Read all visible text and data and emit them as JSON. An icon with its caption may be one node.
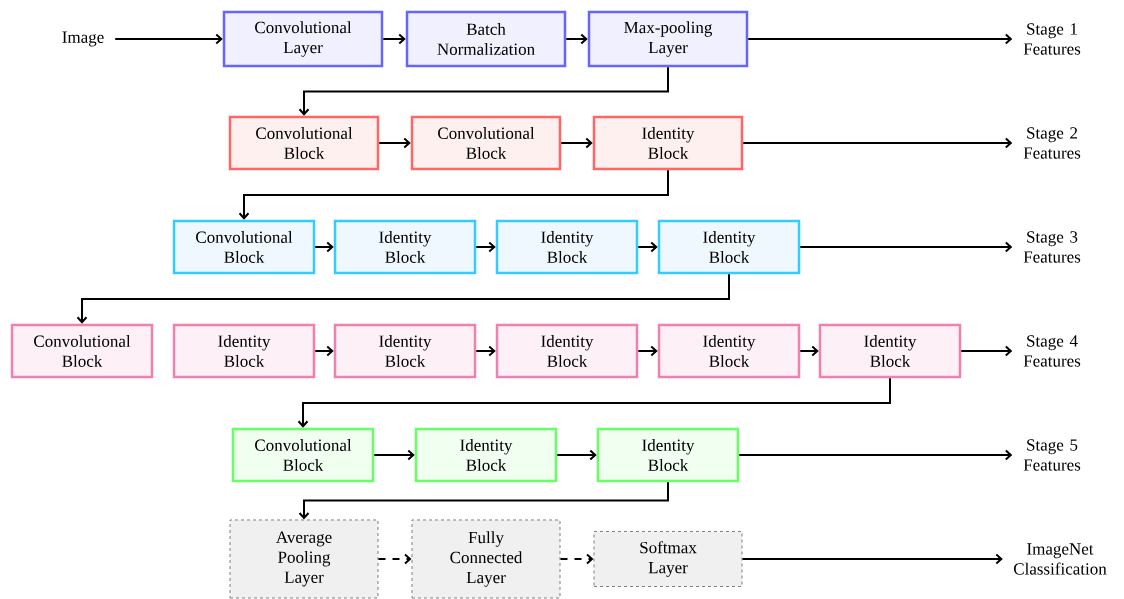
{
  "diagram": {
    "nodes": [
      {
        "text": [
          "Image"
        ]
      },
      {
        "text": [
          "Convolutional Layer"
        ]
      },
      {
        "text": [
          "Batch Normalization"
        ]
      },
      {
        "text": [
          "Max-pooling Layer"
        ]
      },
      {
        "text": [
          "Stage 1 Features"
        ]
      },
      {
        "text": [
          "Convolutional Block"
        ]
      },
      {
        "text": [
          "Convolutional Block"
        ]
      },
      {
        "text": [
          "Identity Block"
        ]
      },
      {
        "text": [
          "Stage 2 Features"
        ]
      },
      {
        "text": [
          "Convolutional Block"
        ]
      },
      {
        "text": [
          "Identity Block"
        ]
      },
      {
        "text": [
          "Identity Block"
        ]
      },
      {
        "text": [
          "Identity Block"
        ]
      },
      {
        "text": [
          "Stage 3 Features"
        ]
      },
      {
        "text": [
          "Convolutional Block"
        ]
      },
      {
        "text": [
          "Identity Block"
        ]
      },
      {
        "text": [
          "Identity Block"
        ]
      },
      {
        "text": [
          "Identity Block"
        ]
      },
      {
        "text": [
          "Identity Block"
        ]
      },
      {
        "text": [
          "Identity Block"
        ]
      },
      {
        "text": [
          "Stage 4 Features"
        ]
      },
      {
        "text": [
          "Convolutional Block"
        ]
      },
      {
        "text": [
          "Identity Block"
        ]
      },
      {
        "text": [
          "Identity Block"
        ]
      },
      {
        "text": [
          "Stage 5 Features"
        ]
      },
      {
        "text": [
          "Average Pooling Layer"
        ]
      },
      {
        "text": [
          "Fully Connected Layer"
        ]
      },
      {
        "text": [
          "Softmax Layer"
        ]
      },
      {
        "text": [
          "ImageNet Classification"
        ]
      }
    ],
    "edges": [
      {
        "from": 0,
        "to": 1,
        "arrow": "to"
      },
      {
        "from": 1,
        "to": 2,
        "arrow": "to"
      },
      {
        "from": 2,
        "to": 3,
        "arrow": "to"
      },
      {
        "from": 3,
        "to": 4,
        "arrow": "to"
      },
      {
        "from": 3,
        "to": 5,
        "arrow": "to"
      },
      {
        "from": 5,
        "to": 6,
        "arrow": "to"
      },
      {
        "from": 6,
        "to": 7,
        "arrow": "to"
      },
      {
        "from": 7,
        "to": 8,
        "arrow": "to"
      },
      {
        "from": 7,
        "to": 9,
        "arrow": "to"
      },
      {
        "from": 9,
        "to": 10,
        "arrow": "to"
      },
      {
        "from": 10,
        "to": 11,
        "arrow": "to"
      },
      {
        "from": 11,
        "to": 12,
        "arrow": "to"
      },
      {
        "from": 12,
        "to": 13,
        "arrow": "to"
      },
      {
        "from": 12,
        "to": 14,
        "arrow": "to"
      },
      {
        "from": 15,
        "to": 16,
        "arrow": "to"
      },
      {
        "from": 16,
        "to": 17,
        "arrow": "to"
      },
      {
        "from": 17,
        "to": 18,
        "arrow": "to"
      },
      {
        "from": 18,
        "to": 19,
        "arrow": "to"
      },
      {
        "from": 19,
        "to": 20,
        "arrow": "to"
      },
      {
        "from": 19,
        "to": 21,
        "arrow": "to"
      },
      {
        "from": 21,
        "to": 22,
        "arrow": "to"
      },
      {
        "from": 22,
        "to": 23,
        "arrow": "to"
      },
      {
        "from": 23,
        "to": 24,
        "arrow": "to"
      },
      {
        "from": 23,
        "to": 25,
        "arrow": "to"
      },
      {
        "from": 25,
        "to": 26,
        "arrow": "to",
        "style": "dashed"
      },
      {
        "from": 26,
        "to": 27,
        "arrow": "to",
        "style": "dashed"
      },
      {
        "from": 27,
        "to": 28,
        "arrow": "to"
      }
    ]
  }
}
